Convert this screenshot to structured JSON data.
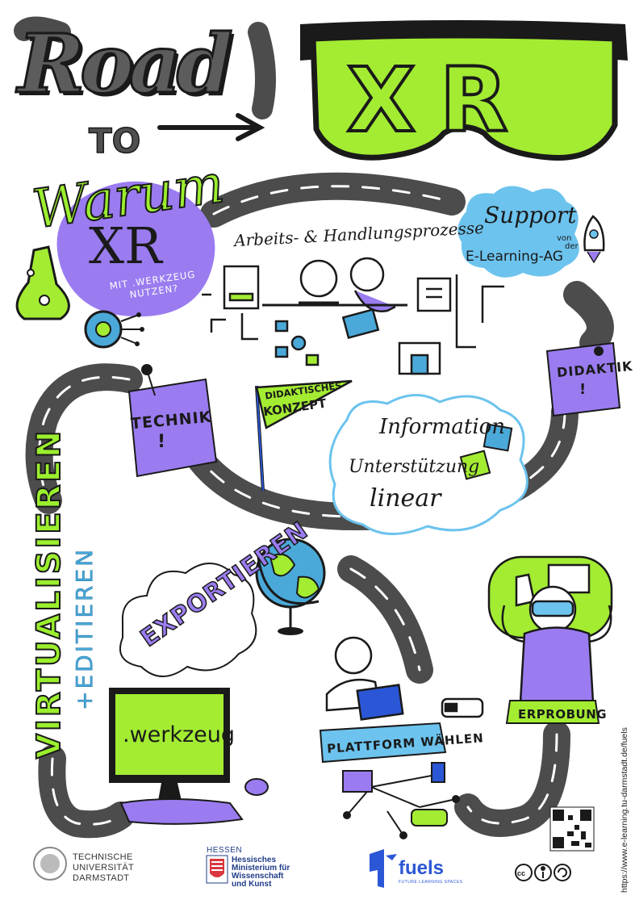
{
  "title": {
    "road": "Road",
    "to": "TO",
    "xr": "XR"
  },
  "warum": {
    "word": "Warum",
    "xr": "XR",
    "subtitle": "MIT .WERKZEUG NUTZEN?"
  },
  "processes": {
    "heading": "Arbeits- & Handlungsprozesse"
  },
  "support": {
    "word": "Support",
    "von": "von",
    "der": "der",
    "group": "E-Learning-AG"
  },
  "technik": {
    "label": "TECHNIK",
    "mark": "!"
  },
  "didaktik": {
    "label": "DIDAKTIK",
    "mark": "!"
  },
  "flag": {
    "line1": "DIDAKTISCHES",
    "line2": "KONZEPT"
  },
  "info": {
    "line1": "Information",
    "line2": "Unterstützung",
    "line3": "linear"
  },
  "steps": {
    "virtualisieren": "VIRTUALISIEREN",
    "editieren": "+EDITIEREN",
    "exportieren": "EXPORTIEREN",
    "werkzeug": ".werkzeug",
    "plattform": "PLATTFORM WÄHLEN",
    "erprobung": "ERPROBUNG"
  },
  "footer": {
    "url": "https://www.e-learning.tu-darmstadt.de/fuels",
    "tu_lines": [
      "TECHNISCHE",
      "UNIVERSITÄT",
      "DARMSTADT"
    ],
    "hessen": "HESSEN",
    "ministry_lines": [
      "Hessisches",
      "Ministerium für",
      "Wissenschaft",
      "und Kunst"
    ],
    "fuels": "fuels",
    "fuels_tagline": "FUTURE LEARNING SPACES",
    "cc": "cc"
  },
  "colors": {
    "lime": "#a3ec32",
    "purple": "#9a7cf0",
    "sky": "#6cc3ee",
    "road": "#4c4c4c",
    "ink": "#1a1a1a",
    "blue": "#2b57d6"
  }
}
